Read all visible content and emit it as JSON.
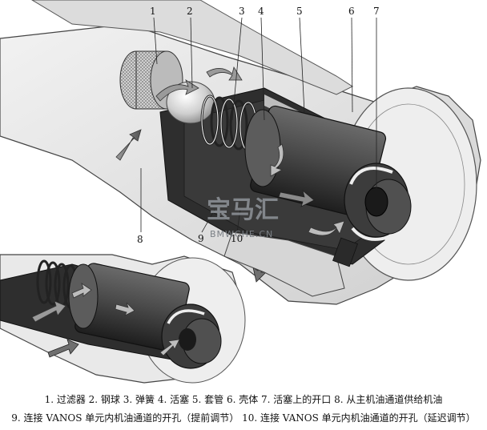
{
  "labels": [
    {
      "id": "1",
      "text": "1"
    },
    {
      "id": "2",
      "text": "2"
    },
    {
      "id": "3",
      "text": "3"
    },
    {
      "id": "4",
      "text": "4"
    },
    {
      "id": "5",
      "text": "5"
    },
    {
      "id": "6",
      "text": "6"
    },
    {
      "id": "7",
      "text": "7"
    },
    {
      "id": "8",
      "text": "8"
    },
    {
      "id": "9",
      "text": "9"
    },
    {
      "id": "10",
      "text": "10"
    }
  ],
  "watermark": {
    "logo_text": "宝马汇",
    "url_text": "BMWCHE.CN"
  },
  "caption": {
    "line1": "1. 过滤器  2. 钢球  3. 弹簧  4. 活塞  5. 套管  6. 壳体  7. 活塞上的开口  8. 从主机油通道供给机油",
    "line2": "9. 连接 VANOS 单元内机油通道的开孔（提前调节）   10. 连接 VANOS 单元内机油通道的开孔（延迟调节）"
  },
  "colors": {
    "housing": "#e6e6e6",
    "piston": "#4a4a4a",
    "dark": "#2a2a2a",
    "arrow": "#6f6f6f"
  }
}
